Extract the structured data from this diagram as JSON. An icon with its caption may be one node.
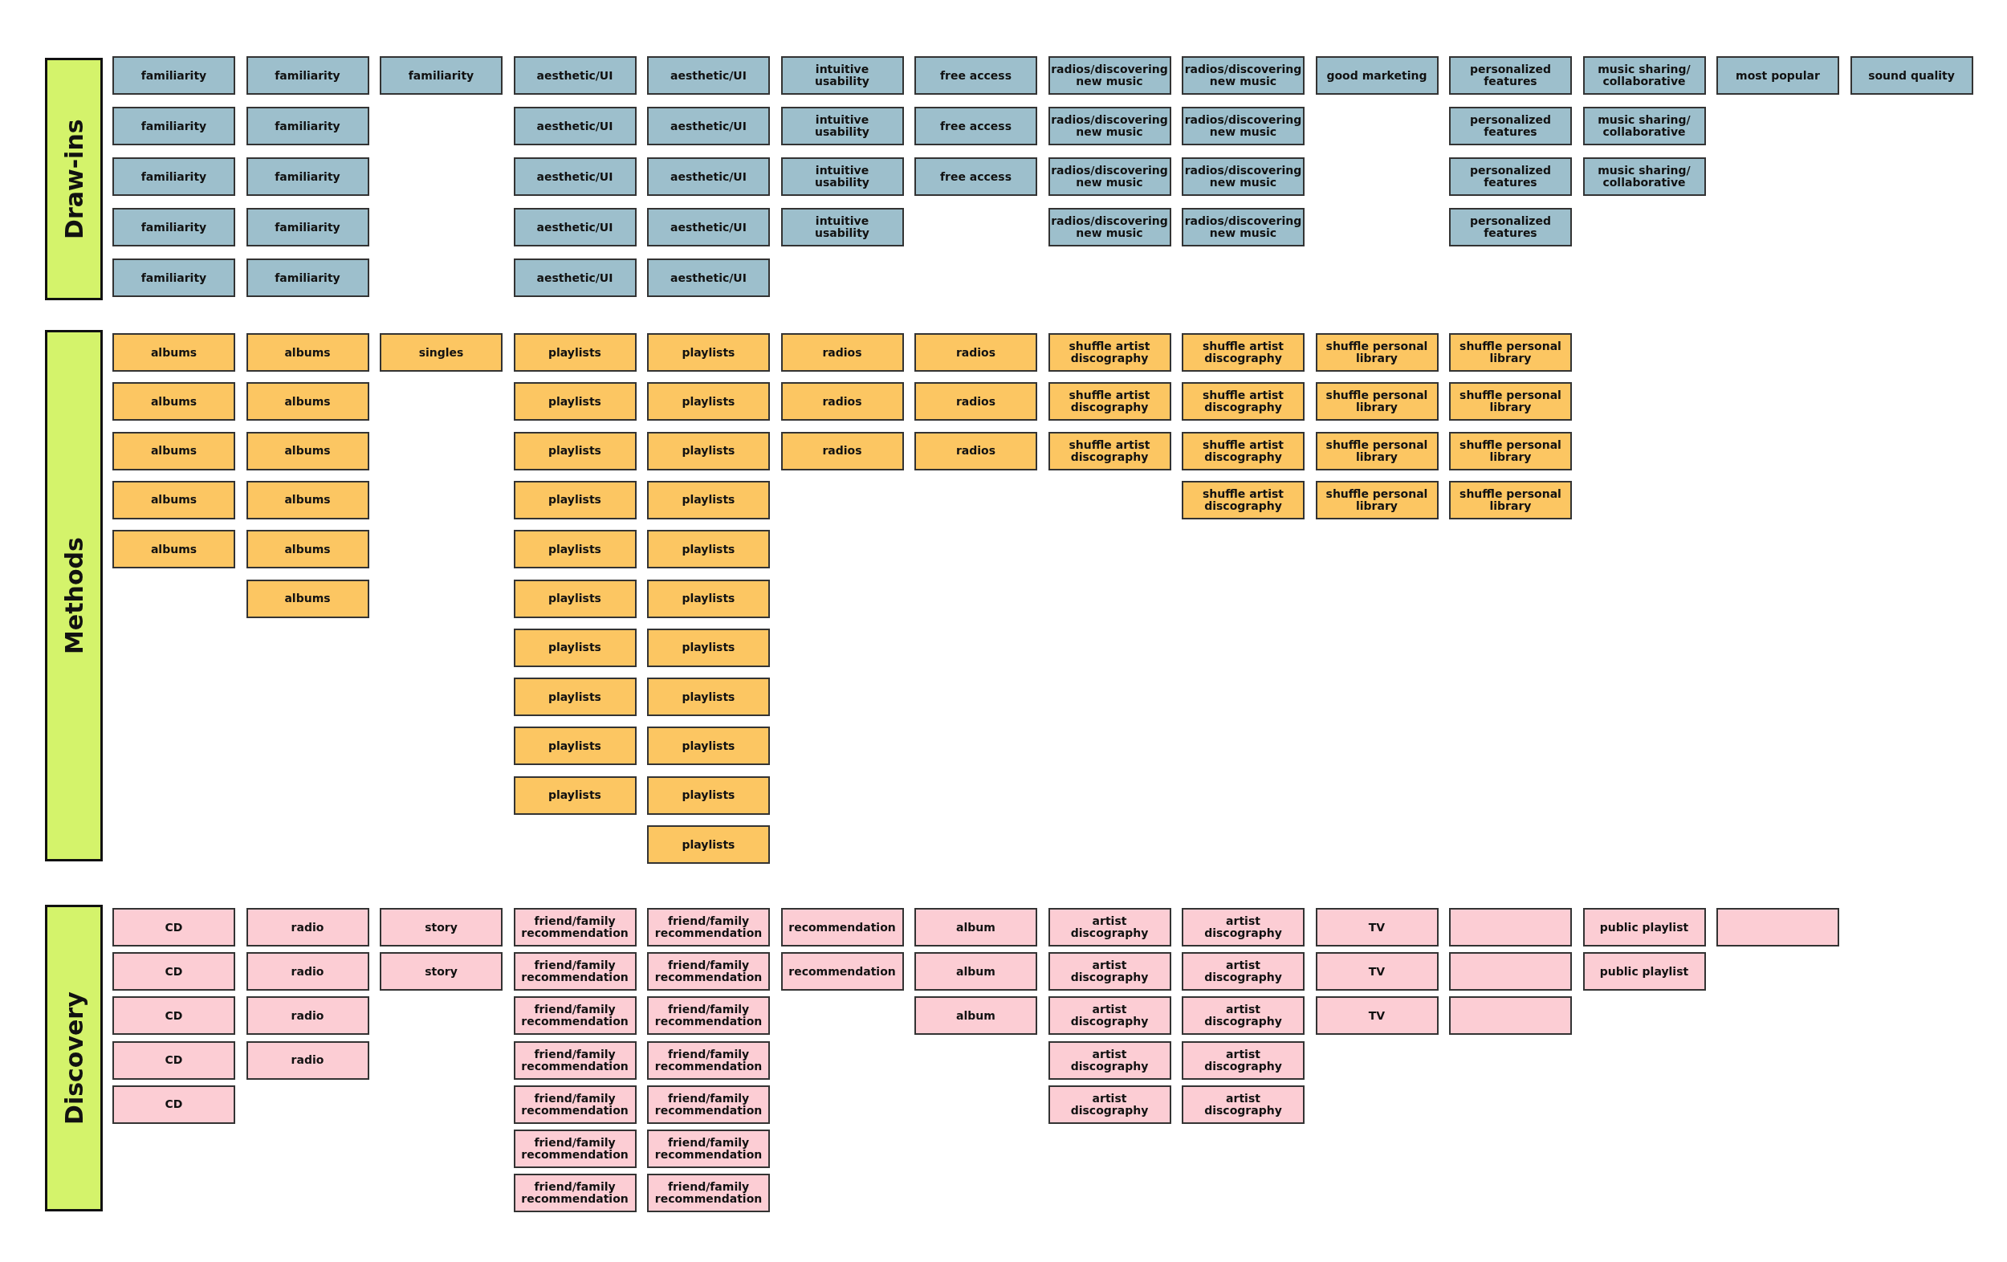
{
  "diagram": {
    "nodes": [
      {
        "text": [
          "Draw-ins"
        ]
      },
      {
        "text": [
          "familiarity"
        ]
      },
      {
        "text": [
          "familiarity"
        ]
      },
      {
        "text": [
          "familiarity"
        ]
      },
      {
        "text": [
          "familiarity"
        ]
      },
      {
        "text": [
          "familiarity"
        ]
      },
      {
        "text": [
          "familiarity"
        ]
      },
      {
        "text": [
          "familiarity"
        ]
      },
      {
        "text": [
          "familiarity"
        ]
      },
      {
        "text": [
          "familiarity"
        ]
      },
      {
        "text": [
          "familiarity"
        ]
      },
      {
        "text": [
          "familiarity"
        ]
      },
      {
        "text": [
          "aesthetic/UI"
        ]
      },
      {
        "text": [
          "aesthetic/UI"
        ]
      },
      {
        "text": [
          "aesthetic/UI"
        ]
      },
      {
        "text": [
          "aesthetic/UI"
        ]
      },
      {
        "text": [
          "aesthetic/UI"
        ]
      },
      {
        "text": [
          "aesthetic/UI"
        ]
      },
      {
        "text": [
          "aesthetic/UI"
        ]
      },
      {
        "text": [
          "aesthetic/UI"
        ]
      },
      {
        "text": [
          "aesthetic/UI"
        ]
      },
      {
        "text": [
          "aesthetic/UI"
        ]
      },
      {
        "text": [
          "intuitive usability"
        ]
      },
      {
        "text": [
          "intuitive usability"
        ]
      },
      {
        "text": [
          "intuitive usability"
        ]
      },
      {
        "text": [
          "intuitive usability"
        ]
      },
      {
        "text": [
          "free access"
        ]
      },
      {
        "text": [
          "free access"
        ]
      },
      {
        "text": [
          "free access"
        ]
      },
      {
        "text": [
          "radios/discovering new music"
        ]
      },
      {
        "text": [
          "radios/discovering new music"
        ]
      },
      {
        "text": [
          "radios/discovering new music"
        ]
      },
      {
        "text": [
          "radios/discovering new music"
        ]
      },
      {
        "text": [
          "radios/discovering new music"
        ]
      },
      {
        "text": [
          "radios/discovering new music"
        ]
      },
      {
        "text": [
          "radios/discovering new music"
        ]
      },
      {
        "text": [
          "radios/discovering new music"
        ]
      },
      {
        "text": [
          "good marketing"
        ]
      },
      {
        "text": [
          "personalized features"
        ]
      },
      {
        "text": [
          "personalized features"
        ]
      },
      {
        "text": [
          "personalized features"
        ]
      },
      {
        "text": [
          "personalized features"
        ]
      },
      {
        "text": [
          "music sharing/ collaborative"
        ]
      },
      {
        "text": [
          "music sharing/ collaborative"
        ]
      },
      {
        "text": [
          "music sharing/ collaborative"
        ]
      },
      {
        "text": [
          "most popular"
        ]
      },
      {
        "text": [
          "sound quality"
        ]
      },
      {
        "text": [
          "Methods"
        ]
      },
      {
        "text": [
          "albums"
        ]
      },
      {
        "text": [
          "albums"
        ]
      },
      {
        "text": [
          "albums"
        ]
      },
      {
        "text": [
          "albums"
        ]
      },
      {
        "text": [
          "albums"
        ]
      },
      {
        "text": [
          "albums"
        ]
      },
      {
        "text": [
          "albums"
        ]
      },
      {
        "text": [
          "albums"
        ]
      },
      {
        "text": [
          "albums"
        ]
      },
      {
        "text": [
          "albums"
        ]
      },
      {
        "text": [
          "albums"
        ]
      },
      {
        "text": [
          "singles"
        ]
      },
      {
        "text": [
          "playlists"
        ]
      },
      {
        "text": [
          "playlists"
        ]
      },
      {
        "text": [
          "playlists"
        ]
      },
      {
        "text": [
          "playlists"
        ]
      },
      {
        "text": [
          "playlists"
        ]
      },
      {
        "text": [
          "playlists"
        ]
      },
      {
        "text": [
          "playlists"
        ]
      },
      {
        "text": [
          "playlists"
        ]
      },
      {
        "text": [
          "playlists"
        ]
      },
      {
        "text": [
          "playlists"
        ]
      },
      {
        "text": [
          "playlists"
        ]
      },
      {
        "text": [
          "playlists"
        ]
      },
      {
        "text": [
          "playlists"
        ]
      },
      {
        "text": [
          "playlists"
        ]
      },
      {
        "text": [
          "playlists"
        ]
      },
      {
        "text": [
          "playlists"
        ]
      },
      {
        "text": [
          "playlists"
        ]
      },
      {
        "text": [
          "playlists"
        ]
      },
      {
        "text": [
          "playlists"
        ]
      },
      {
        "text": [
          "playlists"
        ]
      },
      {
        "text": [
          "playlists"
        ]
      },
      {
        "text": [
          "radios"
        ]
      },
      {
        "text": [
          "radios"
        ]
      },
      {
        "text": [
          "radios"
        ]
      },
      {
        "text": [
          "radios"
        ]
      },
      {
        "text": [
          "radios"
        ]
      },
      {
        "text": [
          "radios"
        ]
      },
      {
        "text": [
          "shuffle artist discography"
        ]
      },
      {
        "text": [
          "shuffle artist discography"
        ]
      },
      {
        "text": [
          "shuffle artist discography"
        ]
      },
      {
        "text": [
          "shuffle artist discography"
        ]
      },
      {
        "text": [
          "shuffle artist discography"
        ]
      },
      {
        "text": [
          "shuffle artist discography"
        ]
      },
      {
        "text": [
          "shuffle artist discography"
        ]
      },
      {
        "text": [
          "shuffle personal library"
        ]
      },
      {
        "text": [
          "shuffle personal library"
        ]
      },
      {
        "text": [
          "shuffle personal library"
        ]
      },
      {
        "text": [
          "shuffle personal library"
        ]
      },
      {
        "text": [
          "shuffle personal library"
        ]
      },
      {
        "text": [
          "shuffle personal library"
        ]
      },
      {
        "text": [
          "shuffle personal library"
        ]
      },
      {
        "text": [
          "shuffle personal library"
        ]
      },
      {
        "text": [
          "Discovery"
        ]
      },
      {
        "text": [
          "CD"
        ]
      },
      {
        "text": [
          "CD"
        ]
      },
      {
        "text": [
          "CD"
        ]
      },
      {
        "text": [
          "CD"
        ]
      },
      {
        "text": [
          "CD"
        ]
      },
      {
        "text": [
          "radio"
        ]
      },
      {
        "text": [
          "radio"
        ]
      },
      {
        "text": [
          "radio"
        ]
      },
      {
        "text": [
          "radio"
        ]
      },
      {
        "text": [
          "story"
        ]
      },
      {
        "text": [
          "story"
        ]
      },
      {
        "text": [
          "friend/family recommendation"
        ]
      },
      {
        "text": [
          "friend/family recommendation"
        ]
      },
      {
        "text": [
          "friend/family recommendation"
        ]
      },
      {
        "text": [
          "friend/family recommendation"
        ]
      },
      {
        "text": [
          "friend/family recommendation"
        ]
      },
      {
        "text": [
          "friend/family recommendation"
        ]
      },
      {
        "text": [
          "friend/family recommendation"
        ]
      },
      {
        "text": [
          "friend/family recommendation"
        ]
      },
      {
        "text": [
          "friend/family recommendation"
        ]
      },
      {
        "text": [
          "friend/family recommendation"
        ]
      },
      {
        "text": [
          "friend/family recommendation"
        ]
      },
      {
        "text": [
          "friend/family recommendation"
        ]
      },
      {
        "text": [
          "friend/family recommendation"
        ]
      },
      {
        "text": [
          "friend/family recommendation"
        ]
      },
      {
        "text": [
          "recommendation"
        ]
      },
      {
        "text": [
          "recommendation"
        ]
      },
      {
        "text": [
          "album"
        ]
      },
      {
        "text": [
          "album"
        ]
      },
      {
        "text": [
          "album"
        ]
      },
      {
        "text": [
          "artist discography"
        ]
      },
      {
        "text": [
          "artist discography"
        ]
      },
      {
        "text": [
          "artist discography"
        ]
      },
      {
        "text": [
          "artist discography"
        ]
      },
      {
        "text": [
          "artist discography"
        ]
      },
      {
        "text": [
          "artist discography"
        ]
      },
      {
        "text": [
          "artist discography"
        ]
      },
      {
        "text": [
          "artist discography"
        ]
      },
      {
        "text": [
          "artist discography"
        ]
      },
      {
        "text": [
          "artist discography"
        ]
      },
      {
        "text": [
          "TV"
        ]
      },
      {
        "text": [
          "TV"
        ]
      },
      {
        "text": [
          "TV"
        ]
      },
      {
        "text": [],
        "shape": "box"
      },
      {
        "text": [],
        "shape": "box"
      },
      {
        "text": [],
        "shape": "box"
      },
      {
        "text": [
          "public playlist"
        ]
      },
      {
        "text": [
          "public playlist"
        ]
      },
      {
        "text": [],
        "shape": "box"
      }
    ],
    "edges": []
  }
}
